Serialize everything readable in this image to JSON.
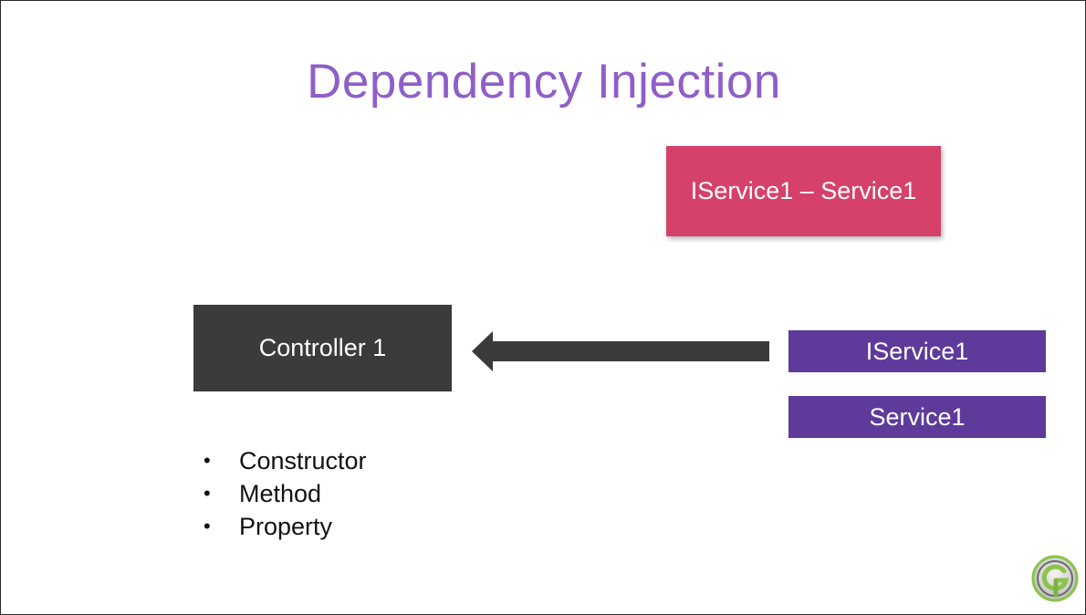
{
  "slide": {
    "title": "Dependency Injection",
    "mapping_label": "IService1 – Service1",
    "controller_label": "Controller 1",
    "interface_label": "IService1",
    "implementation_label": "Service1",
    "injection_types": [
      {
        "bullet": "•",
        "label": "Constructor"
      },
      {
        "bullet": "•",
        "label": "Method"
      },
      {
        "bullet": "•",
        "label": "Property"
      }
    ],
    "logo_icon": "g-logo-icon",
    "arrow_icon": "arrow-left-icon"
  },
  "colors": {
    "title": "#8e5fc9",
    "mapping_box": "#d6416a",
    "controller_box": "#3b3b3b",
    "service_boxes": "#5e3a9b",
    "arrow": "#3a3a3a",
    "logo_ring": "#8bc34a"
  }
}
